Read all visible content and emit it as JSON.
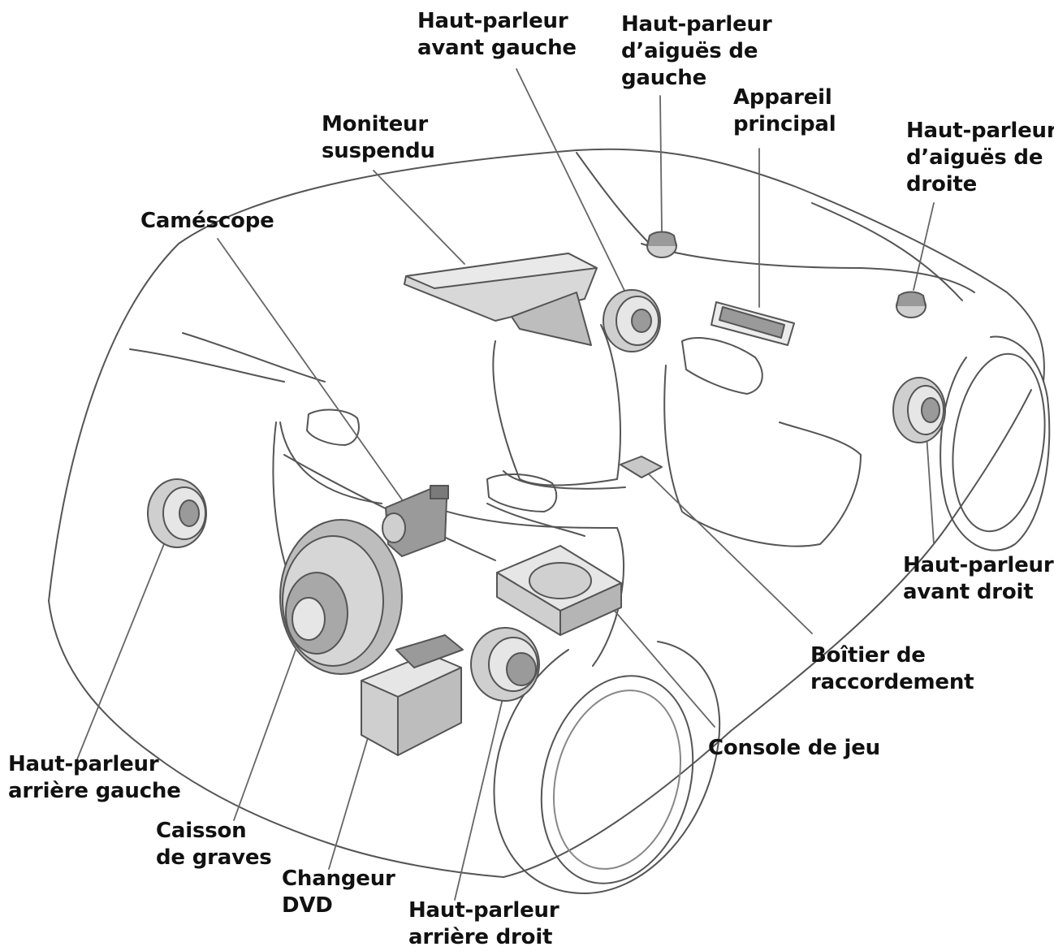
{
  "labels": {
    "front_left_speaker": [
      "Haut-parleur",
      "avant gauche"
    ],
    "left_tweeter": [
      "Haut-parleur",
      "d’aiguës de",
      "gauche"
    ],
    "main_unit": [
      "Appareil",
      "principal"
    ],
    "right_tweeter": [
      "Haut-parleur",
      "d’aiguës de",
      "droite"
    ],
    "overhead_monitor": [
      "Moniteur",
      "suspendu"
    ],
    "camcorder": [
      "Caméscope"
    ],
    "front_right_speaker": [
      "Haut-parleur",
      "avant droit"
    ],
    "junction_box": [
      "Boîtier de",
      "raccordement"
    ],
    "game_console": [
      "Console de jeu"
    ],
    "rear_left_speaker": [
      "Haut-parleur",
      "arrière gauche"
    ],
    "subwoofer": [
      "Caisson",
      "de graves"
    ],
    "dvd_changer": [
      "Changeur",
      "DVD"
    ],
    "rear_right_speaker": [
      "Haut-parleur",
      "arrière droit"
    ]
  },
  "colors": {
    "line": "#555555",
    "text": "#111111",
    "shade_light": "#e6e6e6",
    "shade_mid": "#cfcfcf",
    "shade_dark": "#9a9a9a"
  }
}
